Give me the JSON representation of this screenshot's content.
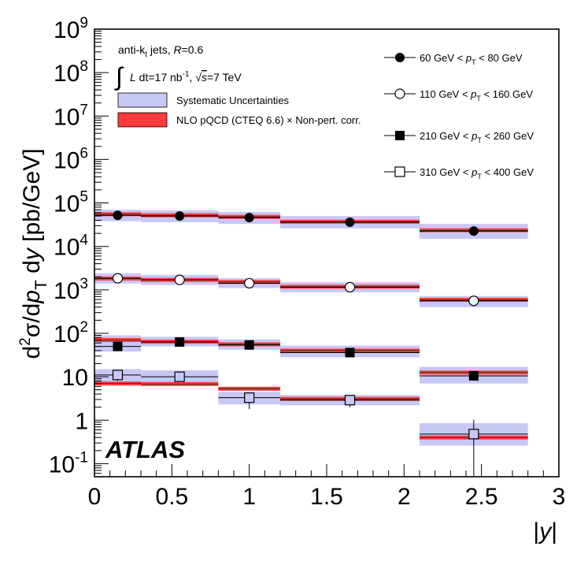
{
  "chart_data": {
    "type": "scatter",
    "xlabel": "|y|",
    "ylabel": "d²σ/dp_T dy [pb/GeV]",
    "xlim": [
      0,
      3
    ],
    "ylim": [
      0.05,
      1000000000
    ],
    "yscale": "log",
    "grid": false,
    "legend_position": "top-right",
    "x_ticks": [
      "0",
      "0.5",
      "1",
      "1.5",
      "2",
      "2.5",
      "3"
    ],
    "y_ticks": [
      {
        "value": 0.1,
        "base": "10",
        "exp": "-1"
      },
      {
        "value": 1,
        "base": "1",
        "exp": ""
      },
      {
        "value": 10,
        "base": "10",
        "exp": ""
      },
      {
        "value": 100,
        "base": "10",
        "exp": "2"
      },
      {
        "value": 1000,
        "base": "10",
        "exp": "3"
      },
      {
        "value": 10000,
        "base": "10",
        "exp": "4"
      },
      {
        "value": 100000,
        "base": "10",
        "exp": "5"
      },
      {
        "value": 1000000,
        "base": "10",
        "exp": "6"
      },
      {
        "value": 10000000,
        "base": "10",
        "exp": "7"
      },
      {
        "value": 100000000,
        "base": "10",
        "exp": "8"
      },
      {
        "value": 1000000000,
        "base": "10",
        "exp": "9"
      }
    ],
    "bins": [
      [
        0,
        0.3
      ],
      [
        0.3,
        0.8
      ],
      [
        0.8,
        1.2
      ],
      [
        1.2,
        2.1
      ],
      [
        2.1,
        2.8
      ]
    ],
    "series": [
      {
        "name": "60 GeV < p_T < 80 GeV",
        "marker": "filled-circle",
        "x": [
          0.15,
          0.55,
          1.0,
          1.65,
          2.45
        ],
        "y": [
          52000,
          50000,
          46000,
          36000,
          22500
        ],
        "err_low": [
          0,
          0,
          0,
          0,
          0
        ],
        "err_high": [
          0,
          0,
          0,
          0,
          0
        ],
        "nlo": [
          55000,
          52000,
          48000,
          37000,
          23500
        ],
        "syst_low": [
          38000,
          36000,
          33000,
          26000,
          15000
        ],
        "syst_high": [
          70000,
          67000,
          62000,
          50000,
          33000
        ]
      },
      {
        "name": "110 GeV < p_T < 160 GeV",
        "marker": "open-circle",
        "x": [
          0.15,
          0.55,
          1.0,
          1.65,
          2.45
        ],
        "y": [
          1850,
          1700,
          1420,
          1150,
          560
        ],
        "err_low": [
          0,
          0,
          0,
          0,
          0
        ],
        "err_high": [
          0,
          0,
          0,
          0,
          0
        ],
        "nlo": [
          1820,
          1700,
          1520,
          1180,
          590
        ],
        "syst_low": [
          1400,
          1300,
          1100,
          880,
          400
        ],
        "syst_high": [
          2400,
          2200,
          1850,
          1500,
          720
        ]
      },
      {
        "name": "210 GeV < p_T < 260 GeV",
        "marker": "filled-square",
        "x": [
          0.15,
          0.55,
          1.0,
          1.65,
          2.45
        ],
        "y": [
          50,
          63,
          54,
          36,
          10.5
        ],
        "err_low": [
          0,
          0,
          0,
          0,
          2
        ],
        "err_high": [
          0,
          0,
          0,
          0,
          1
        ],
        "nlo": [
          70,
          64,
          56,
          40,
          12.5
        ],
        "syst_low": [
          38,
          50,
          42,
          28,
          7
        ],
        "syst_high": [
          90,
          83,
          72,
          52,
          17
        ]
      },
      {
        "name": "310 GeV < p_T < 400 GeV",
        "marker": "open-square",
        "x": [
          0.15,
          0.55,
          1.0,
          1.65,
          2.45
        ],
        "y": [
          11,
          10,
          3.3,
          2.9,
          0.48
        ],
        "err_low": [
          3,
          0,
          1.5,
          0.9,
          0.48
        ],
        "err_high": [
          1,
          0,
          0.5,
          0.4,
          0.55
        ],
        "nlo": [
          7,
          6.8,
          5.3,
          3.1,
          0.4
        ],
        "syst_low": [
          7.5,
          7,
          2.3,
          2.2,
          0.26
        ],
        "syst_high": [
          15,
          14,
          4.5,
          3.8,
          0.85
        ]
      }
    ],
    "legend_left": {
      "line1": "anti-k",
      "line1_sub": "t",
      "line1_rest": " jets, ",
      "line1_r": "R",
      "line1_rval": "=0.6",
      "integral": "∫",
      "line2_l": "L",
      "line2_dt": " dt=17 nb",
      "line2_exp": "-1",
      "line2_comma": ", ",
      "line2_sqrt": "√",
      "line2_s": "s",
      "line2_rest": "=7 TeV",
      "syst_label": "Systematic Uncertainties",
      "nlo_label": "NLO pQCD (CTEQ 6.6) × Non-pert. corr."
    },
    "legend_right": [
      {
        "pre": "60 GeV < ",
        "p": "p",
        "sub": "T",
        "post": " < 80 GeV"
      },
      {
        "pre": "110 GeV < ",
        "p": "p",
        "sub": "T",
        "post": " < 160 GeV"
      },
      {
        "pre": "210 GeV < ",
        "p": "p",
        "sub": "T",
        "post": " < 260 GeV"
      },
      {
        "pre": "310 GeV < ",
        "p": "p",
        "sub": "T",
        "post": " < 400 GeV"
      }
    ],
    "brand": "ATLAS",
    "ylabel_parts": {
      "d": "d",
      "two": "2",
      "sigma": "σ/d",
      "p": "p",
      "T": "T",
      "dy": " d",
      "y": "y",
      "unit": " [pb/GeV]"
    },
    "xlabel_parts": {
      "bar1": "|",
      "y": "y",
      "bar2": "|"
    },
    "colors": {
      "band": "#c8c8f5",
      "nlo": "#ff3b3b",
      "line": "#000000"
    }
  }
}
